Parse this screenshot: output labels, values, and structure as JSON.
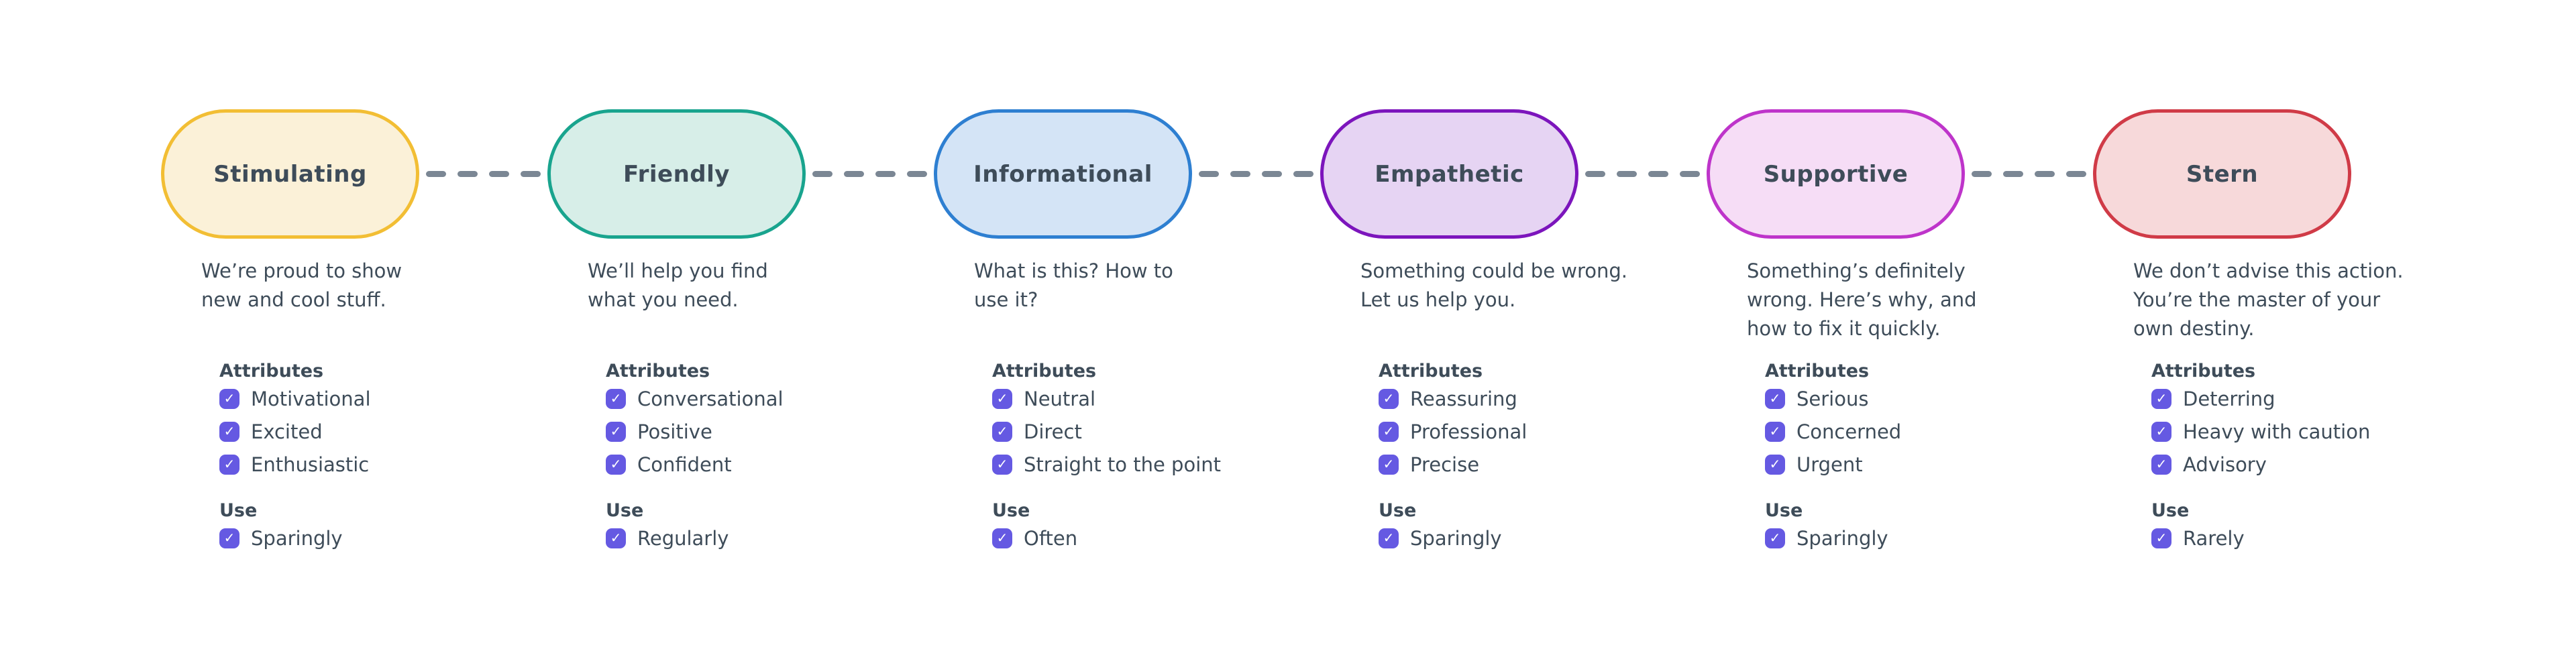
{
  "page": {
    "background": "#FFFFFF",
    "text_color": "#3E4C59",
    "checkbox_color": "#6559E2",
    "connector_color": "#7B8794",
    "checkmark_icon": "✓",
    "all_checkboxes_checked": true
  },
  "tones": [
    {
      "name": "Stimulating",
      "fill": "#FBF1D8",
      "border": "#F2BE34",
      "description": "We’re proud to show\nnew and cool stuff.",
      "attributes_label": "Attributes",
      "attributes": [
        "Motivational",
        "Excited",
        "Enthusiastic"
      ],
      "use_label": "Use",
      "use": "Sparingly"
    },
    {
      "name": "Friendly",
      "fill": "#D7EEE8",
      "border": "#19A48E",
      "description": "We’ll help you find\nwhat you need.",
      "attributes_label": "Attributes",
      "attributes": [
        "Conversational",
        "Positive",
        "Confident"
      ],
      "use_label": "Use",
      "use": "Regularly"
    },
    {
      "name": "Informational",
      "fill": "#D4E4F6",
      "border": "#2E7FD1",
      "description": "What is this? How to\nuse it?",
      "attributes_label": "Attributes",
      "attributes": [
        "Neutral",
        "Direct",
        "Straight to the point"
      ],
      "use_label": "Use",
      "use": "Often"
    },
    {
      "name": "Empathetic",
      "fill": "#E6D4F3",
      "border": "#7C15BC",
      "description": "Something could be wrong.\nLet us help you.",
      "attributes_label": "Attributes",
      "attributes": [
        "Reassuring",
        "Professional",
        "Precise"
      ],
      "use_label": "Use",
      "use": "Sparingly"
    },
    {
      "name": "Supportive",
      "fill": "#F6DDF6",
      "border": "#BE34CA",
      "description": "Something’s definitely\nwrong. Here’s why, and\nhow to fix it quickly.",
      "attributes_label": "Attributes",
      "attributes": [
        "Serious",
        "Concerned",
        "Urgent"
      ],
      "use_label": "Use",
      "use": "Sparingly"
    },
    {
      "name": "Stern",
      "fill": "#F7D9DA",
      "border": "#D03B47",
      "description": "We don’t advise this action.\nYou’re the master of your\nown destiny.",
      "attributes_label": "Attributes",
      "attributes": [
        "Deterring",
        "Heavy with caution",
        "Advisory"
      ],
      "use_label": "Use",
      "use": "Rarely"
    }
  ]
}
